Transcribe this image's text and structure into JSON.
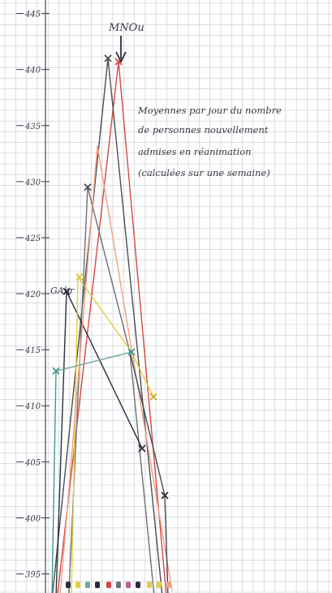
{
  "chart_data": {
    "type": "line",
    "title": "",
    "annotation_top": "MNOu",
    "annotation_left": "GAbr",
    "note_lines": [
      "Moyennes par  jour du nombre",
      "de personnes  nouvellement",
      "admises en réanimation",
      "(calculées sur une semaine)"
    ],
    "y_ticks": [
      {
        "value": 395,
        "label": "395"
      },
      {
        "value": 400,
        "label": "400"
      },
      {
        "value": 405,
        "label": "405"
      },
      {
        "value": 410,
        "label": "410"
      },
      {
        "value": 415,
        "label": "415"
      },
      {
        "value": 420,
        "label": "420"
      },
      {
        "value": 425,
        "label": "425"
      },
      {
        "value": 430,
        "label": "430"
      },
      {
        "value": 435,
        "label": "435"
      },
      {
        "value": 440,
        "label": "440"
      },
      {
        "value": 445,
        "label": "445"
      }
    ],
    "ylim": [
      393.3,
      446.2
    ],
    "xlim": [
      0,
      409
    ],
    "series": [
      {
        "color": "#d24a43",
        "points": [
          [
            69,
            392
          ],
          [
            146,
            440.7
          ],
          [
            205,
            393
          ]
        ]
      },
      {
        "color": "#4c4c54",
        "points": [
          [
            63,
            392
          ],
          [
            133,
            441
          ],
          [
            200,
            393
          ]
        ]
      },
      {
        "color": "#6f6f76",
        "points": [
          [
            84,
            392
          ],
          [
            108,
            429.5
          ],
          [
            160,
            414.8
          ],
          [
            190,
            393
          ]
        ]
      },
      {
        "color": "#2c2c3a",
        "points": [
          [
            82,
            420.2
          ],
          [
            175,
            406.2
          ]
        ]
      },
      {
        "color": "#2f2f3a",
        "points": [
          [
            69,
            393
          ],
          [
            82,
            420.2
          ]
        ]
      },
      {
        "color": "#e3cf3a",
        "points": [
          [
            96,
            421.5
          ],
          [
            162,
            414.8
          ],
          [
            189,
            410.8
          ]
        ]
      },
      {
        "color": "#e3cf3a",
        "points": [
          [
            88,
            393
          ],
          [
            96,
            421.5
          ]
        ]
      },
      {
        "color": "#6fa89c",
        "points": [
          [
            69,
            413.1
          ],
          [
            162,
            414.8
          ]
        ]
      },
      {
        "color": "#3f9c8c",
        "points": [
          [
            64,
            393
          ],
          [
            69,
            413.1
          ]
        ]
      },
      {
        "color": "#f0a080",
        "points": [
          [
            74,
            393
          ],
          [
            120,
            433.2
          ],
          [
            212,
            393.5
          ]
        ]
      },
      {
        "color": "#4a4a55",
        "points": [
          [
            160,
            414.8
          ],
          [
            203,
            402
          ]
        ]
      },
      {
        "color": "#4a4a55",
        "points": [
          [
            203,
            402
          ],
          [
            207,
            393
          ]
        ]
      }
    ],
    "markers": [
      {
        "x": 146,
        "y": 440.7,
        "color": "#d24a43"
      },
      {
        "x": 133,
        "y": 441,
        "color": "#4c4c54"
      },
      {
        "x": 108,
        "y": 429.5,
        "color": "#4c4c54"
      },
      {
        "x": 82,
        "y": 420.2,
        "color": "#2c2c3a"
      },
      {
        "x": 98,
        "y": 421.5,
        "color": "#e3cf3a"
      },
      {
        "x": 162,
        "y": 414.8,
        "color": "#3f9c8c"
      },
      {
        "x": 69,
        "y": 413.1,
        "color": "#3f9c8c"
      },
      {
        "x": 189,
        "y": 410.8,
        "color": "#d6a72a"
      },
      {
        "x": 175,
        "y": 406.2,
        "color": "#2c2c3a"
      },
      {
        "x": 203,
        "y": 402,
        "color": "#2c2c3a"
      }
    ],
    "bottom_dots": [
      {
        "x": 84,
        "color": "#2b2b3a"
      },
      {
        "x": 96,
        "color": "#e3cf3a"
      },
      {
        "x": 108,
        "color": "#6fa89c"
      },
      {
        "x": 120,
        "color": "#2b2b3a"
      },
      {
        "x": 134,
        "color": "#d24a43"
      },
      {
        "x": 146,
        "color": "#6f6f76"
      },
      {
        "x": 158,
        "color": "#c55a9a"
      },
      {
        "x": 170,
        "color": "#2b2b3a"
      },
      {
        "x": 184,
        "color": "#e3cf3a"
      },
      {
        "x": 196,
        "color": "#e3cf3a"
      },
      {
        "x": 208,
        "color": "#f0a080"
      }
    ]
  }
}
